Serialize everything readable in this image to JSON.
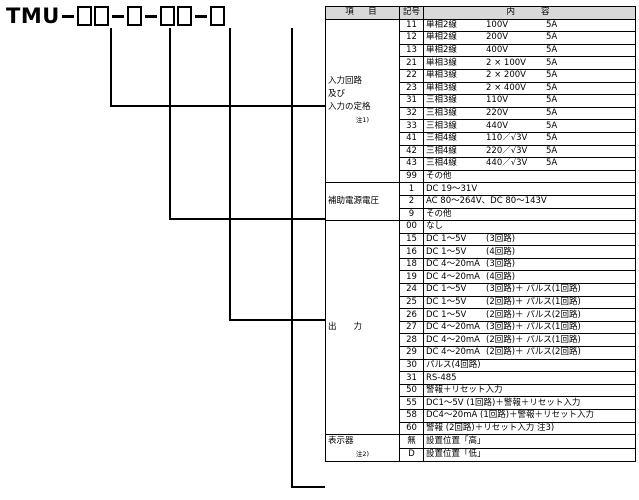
{
  "model": {
    "prefix": "TMU",
    "segments": [
      2,
      1,
      2,
      1
    ]
  },
  "table": {
    "headers": [
      "項　目",
      "記号",
      "内　　容"
    ],
    "groups": [
      {
        "item": [
          "入力回路",
          "及び",
          "入力の定格"
        ],
        "note": "注1)",
        "rows": [
          {
            "code": "11",
            "content": [
              "単相2線",
              "100V",
              "5A"
            ]
          },
          {
            "code": "12",
            "content": [
              "単相2線",
              "200V",
              "5A"
            ]
          },
          {
            "code": "13",
            "content": [
              "単相2線",
              "400V",
              "5A"
            ]
          },
          {
            "code": "21",
            "content": [
              "単相3線",
              "2 × 100V",
              "5A"
            ]
          },
          {
            "code": "22",
            "content": [
              "単相3線",
              "2 × 200V",
              "5A"
            ]
          },
          {
            "code": "23",
            "content": [
              "単相3線",
              "2 × 400V",
              "5A"
            ]
          },
          {
            "code": "31",
            "content": [
              "三相3線",
              "110V",
              "5A"
            ]
          },
          {
            "code": "32",
            "content": [
              "三相3線",
              "220V",
              "5A"
            ]
          },
          {
            "code": "33",
            "content": [
              "三相3線",
              "440V",
              "5A"
            ]
          },
          {
            "code": "41",
            "content": [
              "三相4線",
              "110／√3V",
              "5A"
            ]
          },
          {
            "code": "42",
            "content": [
              "三相4線",
              "220／√3V",
              "5A"
            ]
          },
          {
            "code": "43",
            "content": [
              "三相4線",
              "440／√3V",
              "5A"
            ]
          },
          {
            "code": "99",
            "content": [
              "その他"
            ]
          }
        ]
      },
      {
        "item": [
          "補助電源電圧"
        ],
        "note": "",
        "rows": [
          {
            "code": "1",
            "content": [
              "DC 19～31V"
            ]
          },
          {
            "code": "2",
            "content": [
              "AC 80～264V、DC 80～143V"
            ]
          },
          {
            "code": "9",
            "content": [
              "その他"
            ]
          }
        ]
      },
      {
        "item": [
          "出　　力"
        ],
        "note": "",
        "rows": [
          {
            "code": "00",
            "content": [
              "なし"
            ]
          },
          {
            "code": "15",
            "content": [
              "DC 1～5V",
              "(3回路)"
            ]
          },
          {
            "code": "16",
            "content": [
              "DC 1～5V",
              "(4回路)"
            ]
          },
          {
            "code": "18",
            "content": [
              "DC 4～20mA",
              "(3回路)"
            ]
          },
          {
            "code": "19",
            "content": [
              "DC 4～20mA",
              "(4回路)"
            ]
          },
          {
            "code": "24",
            "content": [
              "DC 1～5V",
              "(3回路)＋ パルス(1回路)"
            ]
          },
          {
            "code": "25",
            "content": [
              "DC 1～5V",
              "(2回路)＋ パルス(1回路)"
            ]
          },
          {
            "code": "26",
            "content": [
              "DC 1～5V",
              "(2回路)＋ パルス(2回路)"
            ]
          },
          {
            "code": "27",
            "content": [
              "DC 4～20mA",
              "(3回路)＋ パルス(1回路)"
            ]
          },
          {
            "code": "28",
            "content": [
              "DC 4～20mA",
              "(2回路)＋ パルス(1回路)"
            ]
          },
          {
            "code": "29",
            "content": [
              "DC 4～20mA",
              "(2回路)＋ パルス(2回路)"
            ]
          },
          {
            "code": "30",
            "content": [
              "パルス(4回路)"
            ]
          },
          {
            "code": "31",
            "content": [
              "RS-485"
            ]
          },
          {
            "code": "50",
            "content": [
              "警報＋リセット入力"
            ]
          },
          {
            "code": "55",
            "content": [
              "DC1～5V (1回路)＋警報＋リセット入力"
            ]
          },
          {
            "code": "58",
            "content": [
              "DC4～20mA (1回路)＋警報＋リセット入力"
            ]
          },
          {
            "code": "60",
            "content": [
              "警報 (2回路)＋リセット入力 注3)"
            ]
          }
        ]
      },
      {
        "item": [
          "表示器"
        ],
        "note": "注2)",
        "rows": [
          {
            "code": "無",
            "content": [
              "設置位置「高」"
            ]
          },
          {
            "code": "D",
            "content": [
              "設置位置「低」"
            ]
          }
        ]
      }
    ]
  }
}
